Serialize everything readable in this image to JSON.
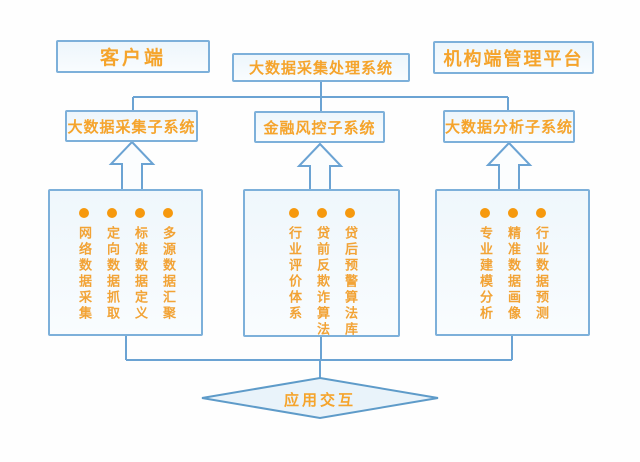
{
  "colors": {
    "line_blue": "#6ba3d3",
    "border_blue": "#7db0da",
    "box_fill_light": "#eff7fc",
    "diamond_fill": "#e9f3fa",
    "label_orange": "#f5a42c",
    "bullet_orange": "#f6990e",
    "background": "#fefefe"
  },
  "top_row": {
    "client_label": "客户端",
    "processing_label": "大数据采集处理系统",
    "platform_label": "机构端管理平台"
  },
  "subsystems": [
    {
      "label": "大数据采集子系统"
    },
    {
      "label": "金融风控子系统"
    },
    {
      "label": "大数据分析子系统"
    }
  ],
  "modules": [
    {
      "name": "collection-modules",
      "items": [
        "网络数据采集",
        "定向数据抓取",
        "标准数据定义",
        "多源数据汇聚"
      ]
    },
    {
      "name": "risk-control-modules",
      "items": [
        "行业评价体系",
        "贷前反欺诈算法",
        "贷后预警算法库"
      ]
    },
    {
      "name": "analysis-modules",
      "items": [
        "专业建模分析",
        "精准数据画像",
        "行业数据预测"
      ]
    }
  ],
  "footer": {
    "interaction_label": "应用交互"
  }
}
